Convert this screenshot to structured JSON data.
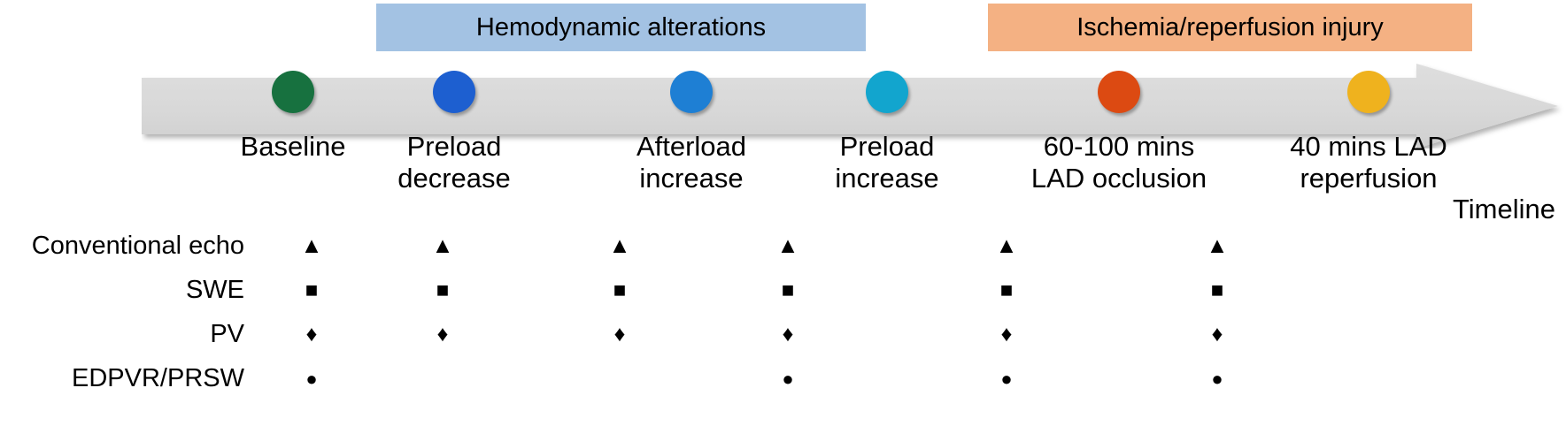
{
  "phases": [
    {
      "label": "Hemodynamic alterations",
      "color": "#A3C2E3"
    },
    {
      "label": "Ischemia/reperfusion injury",
      "color": "#F4B183"
    }
  ],
  "timeline": {
    "caption": "Timeline",
    "bar_color": "#D9D9D9",
    "events": [
      {
        "label_line1": "Baseline",
        "label_line2": "",
        "color": "#17713F"
      },
      {
        "label_line1": "Preload",
        "label_line2": "decrease",
        "color": "#1D5FD0"
      },
      {
        "label_line1": "Afterload",
        "label_line2": "increase",
        "color": "#1E7FD4"
      },
      {
        "label_line1": "Preload",
        "label_line2": "increase",
        "color": "#12A5CE"
      },
      {
        "label_line1": "60-100 mins",
        "label_line2": "LAD occlusion",
        "color": "#DC4A12"
      },
      {
        "label_line1": "40 mins LAD",
        "label_line2": "reperfusion",
        "color": "#EFB21E"
      }
    ]
  },
  "matrix": {
    "rows": [
      {
        "label": "Conventional echo",
        "glyph": "▲",
        "glyph_name": "triangle",
        "present": [
          true,
          true,
          true,
          true,
          true,
          true
        ]
      },
      {
        "label": "SWE",
        "glyph": "■",
        "glyph_name": "square",
        "present": [
          true,
          true,
          true,
          true,
          true,
          true
        ]
      },
      {
        "label": "PV",
        "glyph": "♦",
        "glyph_name": "diamond",
        "present": [
          true,
          true,
          true,
          true,
          true,
          true
        ]
      },
      {
        "label": "EDPVR/PRSW",
        "glyph": "●",
        "glyph_name": "circle",
        "present": [
          true,
          false,
          false,
          true,
          true,
          true
        ]
      }
    ]
  }
}
